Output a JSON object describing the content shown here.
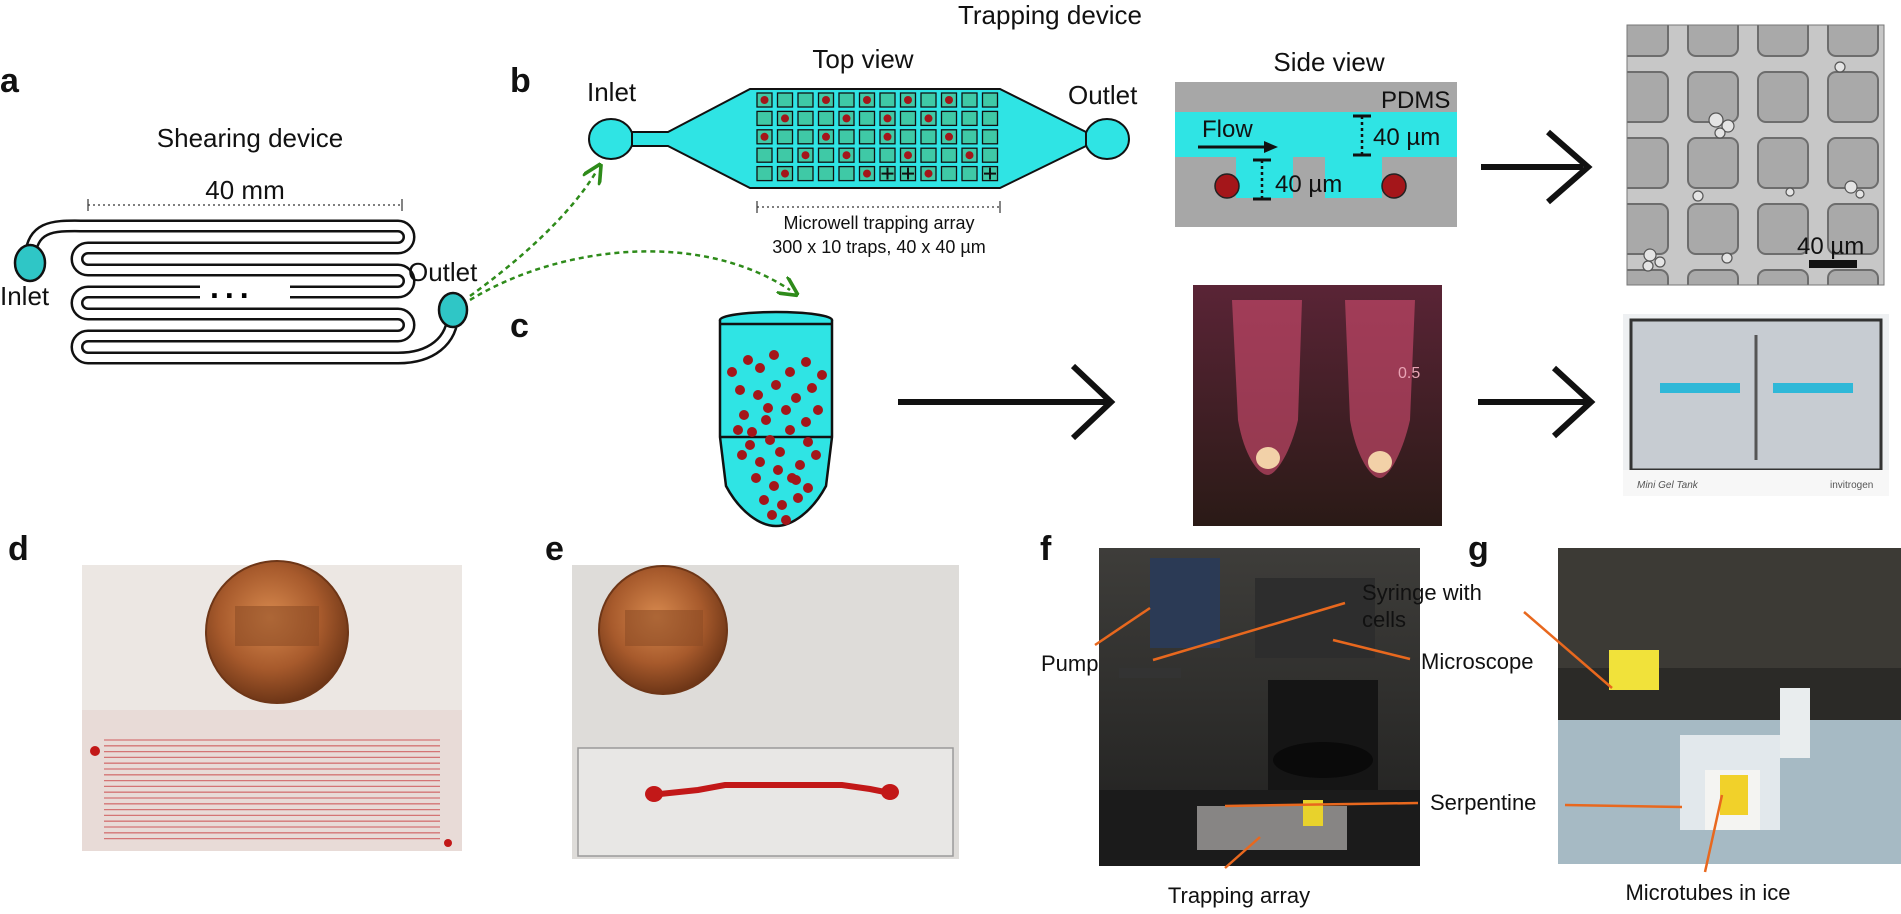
{
  "top_title": "Trapping device",
  "panels": {
    "a": "a",
    "b": "b",
    "c": "c",
    "d": "d",
    "e": "e",
    "f": "f",
    "g": "g"
  },
  "panel_a": {
    "title": "Shearing device",
    "scale": "40 mm",
    "inlet": "Inlet",
    "outlet": "Outlet",
    "ellipsis": "..."
  },
  "panel_b": {
    "top_view": "Top view",
    "inlet": "Inlet",
    "outlet": "Outlet",
    "array_line1": "Microwell trapping array",
    "array_line2": "300 x 10 traps, 40 x 40 µm",
    "side_view": "Side view",
    "pdms": "PDMS",
    "flow": "Flow",
    "depth1": "40 µm",
    "depth2": "40 µm",
    "micro_scale": "40 µm"
  },
  "panel_f": {
    "syringe1": "Syringe with",
    "syringe2": "cells",
    "pump": "Pump",
    "microscope": "Microscope",
    "serpentine": "Serpentine",
    "trapping_array": "Trapping array"
  },
  "panel_g": {
    "microtubes": "Microtubes in ice"
  },
  "photo_c": {
    "tank_label": "Mini Gel Tank",
    "tank_brand": "invitrogen",
    "tube_mark": "0.5"
  },
  "colors": {
    "cyan": "#2fe4e4",
    "device_green": "#3fc9a6",
    "cell_red": "#a4161a",
    "dashed_arrow": "#2e8b1a",
    "callout_orange": "#e8681e",
    "pdms_gray": "#a7a7a7"
  }
}
